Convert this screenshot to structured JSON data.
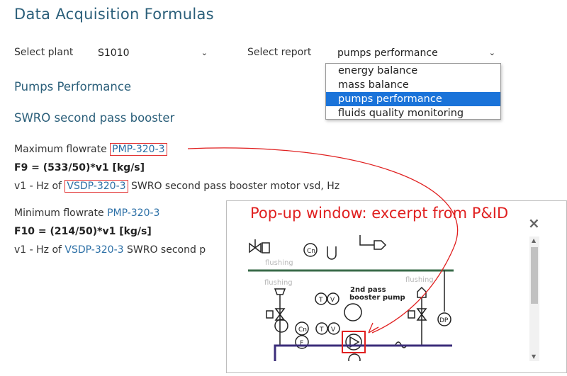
{
  "page": {
    "title": "Data Acquisition Formulas"
  },
  "filters": {
    "plant_label": "Select plant",
    "plant_value": "S1010",
    "report_label": "Select report",
    "report_value": "pumps performance",
    "report_options": [
      "energy balance",
      "mass balance",
      "pumps performance",
      "fluids quality monitoring"
    ],
    "selected_index": 2
  },
  "section": {
    "title": "Pumps Performance",
    "subtitle": "SWRO second pass booster"
  },
  "formulas": [
    {
      "label": "Maximum flowrate",
      "tag": "PMP-320-3",
      "formula": "F9 = (533/50)*v1 [kg/s]",
      "var_prefix": "v1 - Hz of",
      "var_tag": "VSDP-320-3",
      "var_desc": "SWRO second pass booster motor vsd, Hz"
    },
    {
      "label": "Minimum flowrate",
      "tag": "PMP-320-3",
      "formula": "F10 = (214/50)*v1 [kg/s]",
      "var_prefix": "v1 - Hz of",
      "var_tag": "VSDP-320-3",
      "var_desc": "SWRO second p"
    }
  ],
  "popup": {
    "title": "Pop-up window: excerpt from P&ID",
    "close": "×",
    "pid": {
      "flushing_labels": [
        "flushing",
        "flushing",
        "flushing"
      ],
      "pump_label_1": "2nd pass",
      "pump_label_2": "booster pump",
      "tags": [
        "Cn",
        "T",
        "V",
        "Cn",
        "T",
        "V",
        "F",
        "DP"
      ]
    }
  },
  "colors": {
    "heading": "#2b5f7a",
    "link": "#2b6fa6",
    "annotation": "#e02020",
    "selection": "#1a73d9",
    "pipe_green": "#3a6b4a",
    "pipe_purple": "#3b2d7a"
  }
}
